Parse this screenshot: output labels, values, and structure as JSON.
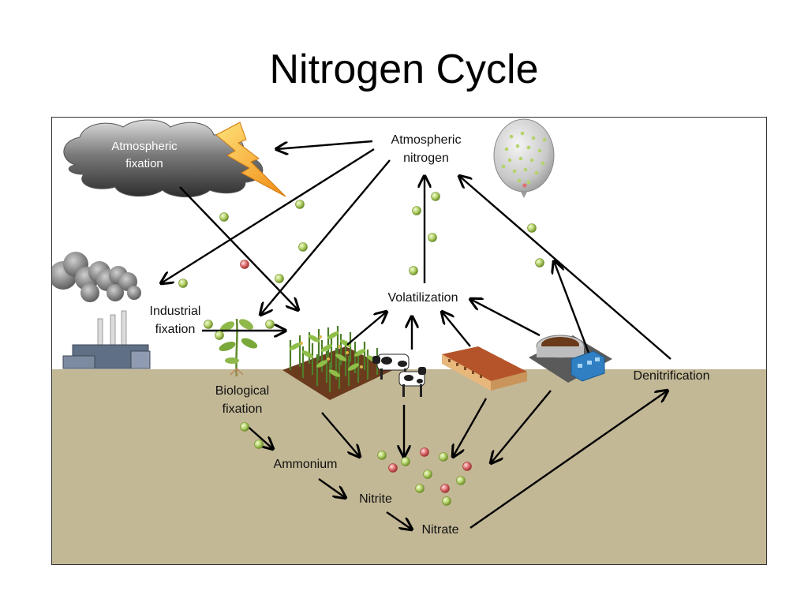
{
  "slide": {
    "title": "Nitrogen Cycle"
  },
  "labels": {
    "atmospheric_fixation_line1": "Atmospheric",
    "atmospheric_fixation_line2": "fixation",
    "atmospheric_nitrogen_line1": "Atmospheric",
    "atmospheric_nitrogen_line2": "nitrogen",
    "industrial_fixation_line1": "Industrial",
    "industrial_fixation_line2": "fixation",
    "volatilization": "Volatilization",
    "biological_fixation_line1": "Biological",
    "biological_fixation_line2": "fixation",
    "denitrification": "Denitrification",
    "ammonium": "Ammonium",
    "nitrite": "Nitrite",
    "nitrate": "Nitrate"
  },
  "icons": {
    "cloud": "storm-cloud-icon",
    "lightning": "lightning-bolt-icon",
    "balloon": "nitrogen-balloon-icon",
    "factory": "factory-smokestack-icon",
    "plant": "legume-plant-icon",
    "crops": "corn-field-icon",
    "cows": "dairy-cows-icon",
    "barn": "livestock-barn-icon",
    "treatment_plant": "wastewater-treatment-plant-icon"
  },
  "colors": {
    "soil": "#c3b896",
    "molecule_green": "#b5d36a",
    "molecule_red": "#e07070",
    "lightning": "#f5a623",
    "cloud": "#6e6e6e",
    "arrow": "#000000"
  }
}
